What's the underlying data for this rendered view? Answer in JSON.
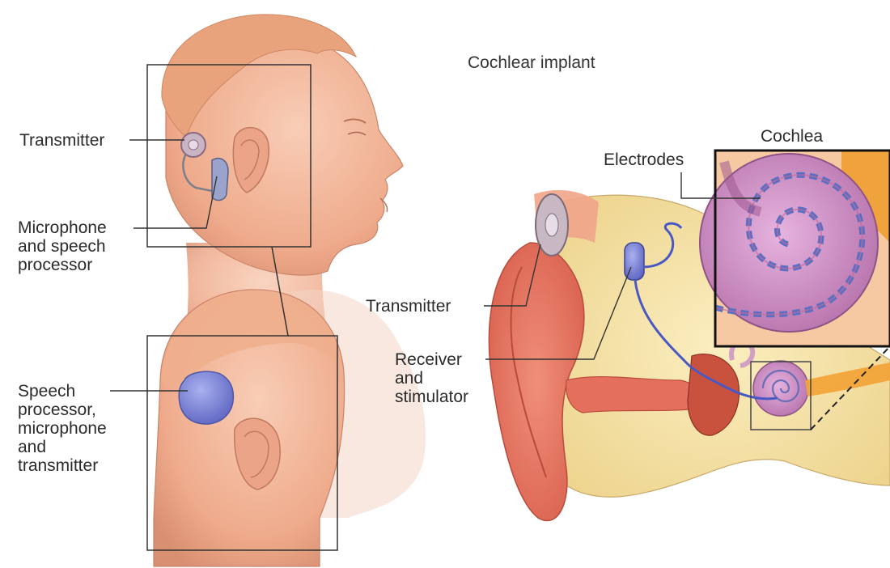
{
  "title": "Cochlear implant",
  "left_panel": {
    "transmitter": "Transmitter",
    "microphone_processor": [
      "Microphone",
      "and speech",
      "processor"
    ],
    "speech_processor_combo": [
      "Speech",
      "processor,",
      "microphone",
      "and",
      "transmitter"
    ]
  },
  "right_panel": {
    "cochlea": "Cochlea",
    "electrodes": "Electrodes",
    "transmitter": "Transmitter",
    "receiver_stimulator": [
      "Receiver",
      "and",
      "stimulator"
    ]
  },
  "colors": {
    "skin": "#f2b79a",
    "skin_shadow": "#d98f72",
    "hair": "#e8a27c",
    "device_blue": "#7d86d6",
    "cochlea_pink": "#cf8fc7",
    "bone_yellow": "#f4e2a3",
    "line": "#333333"
  }
}
